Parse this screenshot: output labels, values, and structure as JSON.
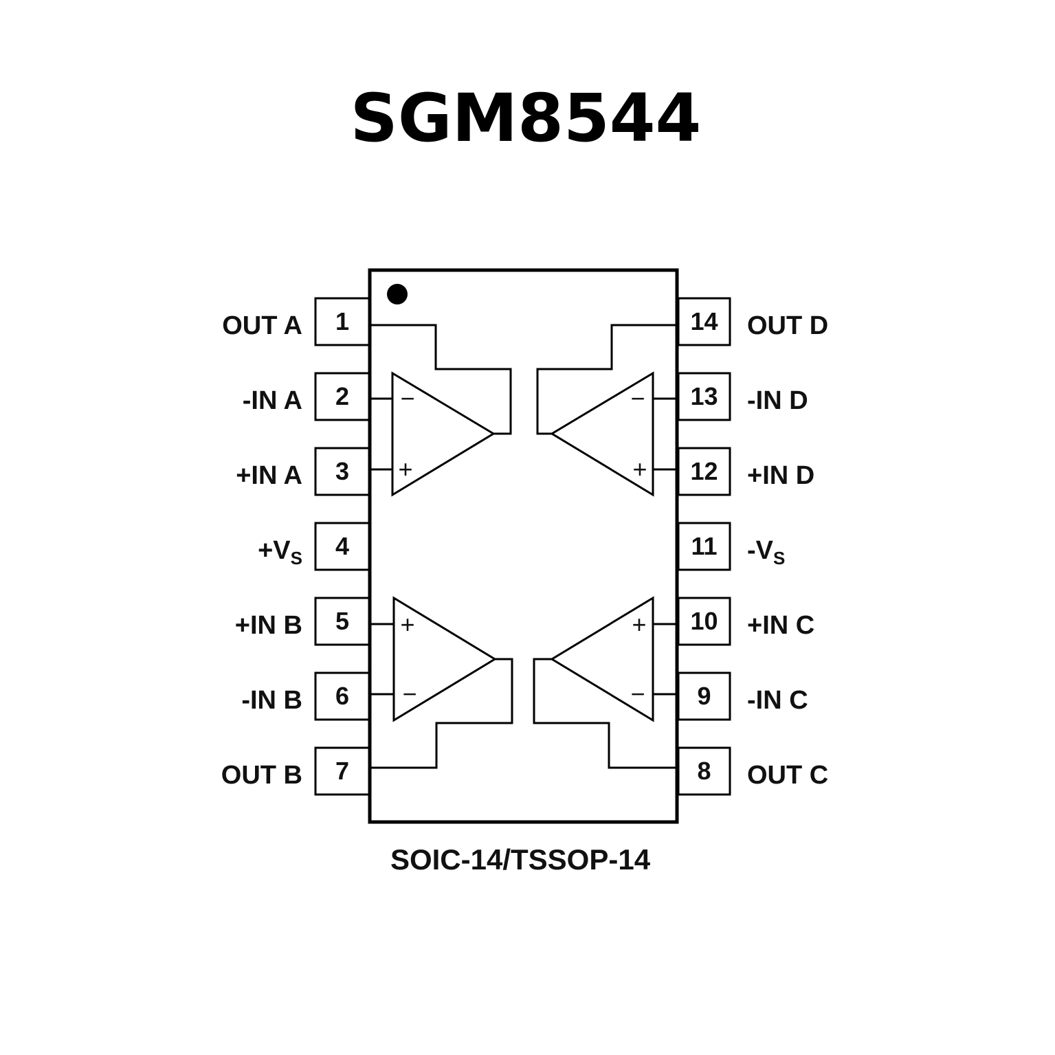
{
  "title": "SGM8544",
  "package": "SOIC-14/TSSOP-14",
  "pins_left": [
    {
      "num": "1",
      "label": "OUT A"
    },
    {
      "num": "2",
      "label": "-IN A"
    },
    {
      "num": "3",
      "label": "+IN A"
    },
    {
      "num": "4",
      "label": "+V",
      "sub": "S"
    },
    {
      "num": "5",
      "label": "+IN B"
    },
    {
      "num": "6",
      "label": "-IN B"
    },
    {
      "num": "7",
      "label": "OUT B"
    }
  ],
  "pins_right": [
    {
      "num": "14",
      "label": "OUT D"
    },
    {
      "num": "13",
      "label": "-IN D"
    },
    {
      "num": "12",
      "label": "+IN D"
    },
    {
      "num": "11",
      "label": "-V",
      "sub": "S"
    },
    {
      "num": "10",
      "label": "+IN C"
    },
    {
      "num": "9",
      "label": "-IN C"
    },
    {
      "num": "8",
      "label": "OUT C"
    }
  ],
  "signs": {
    "minus": "−",
    "plus": "+"
  }
}
